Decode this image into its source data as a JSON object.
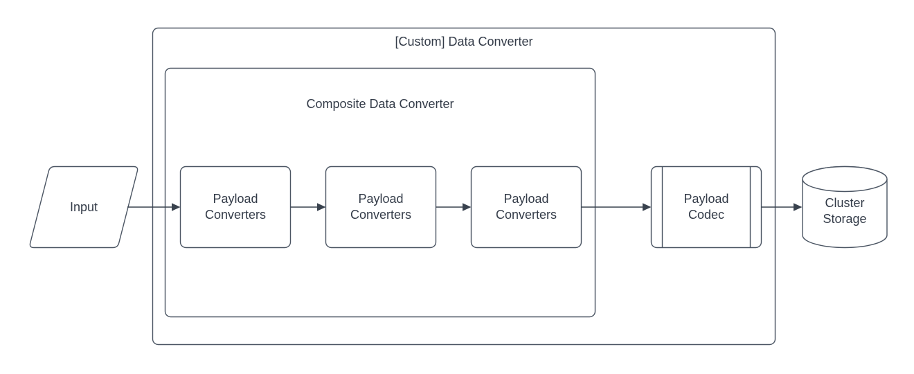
{
  "colors": {
    "background": "#ffffff",
    "stroke": "#4b5563",
    "arrow": "#39424e",
    "text": "#333b48"
  },
  "diagram": {
    "outer_container": {
      "label": "[Custom] Data Converter"
    },
    "inner_container": {
      "label": "Composite Data Converter"
    },
    "nodes": {
      "input": {
        "label": "Input",
        "shape": "parallelogram"
      },
      "payload_converters_1": {
        "label": "Payload\nConverters",
        "shape": "rounded-rectangle"
      },
      "payload_converters_2": {
        "label": "Payload\nConverters",
        "shape": "rounded-rectangle"
      },
      "payload_converters_3": {
        "label": "Payload\nConverters",
        "shape": "rounded-rectangle"
      },
      "payload_codec": {
        "label": "Payload\nCodec",
        "shape": "predefined-process"
      },
      "cluster_storage": {
        "label": "Cluster\nStorage",
        "shape": "cylinder"
      }
    },
    "edges": [
      {
        "from": "input",
        "to": "payload_converters_1"
      },
      {
        "from": "payload_converters_1",
        "to": "payload_converters_2"
      },
      {
        "from": "payload_converters_2",
        "to": "payload_converters_3"
      },
      {
        "from": "payload_converters_3",
        "to": "payload_codec"
      },
      {
        "from": "payload_codec",
        "to": "cluster_storage"
      }
    ]
  }
}
